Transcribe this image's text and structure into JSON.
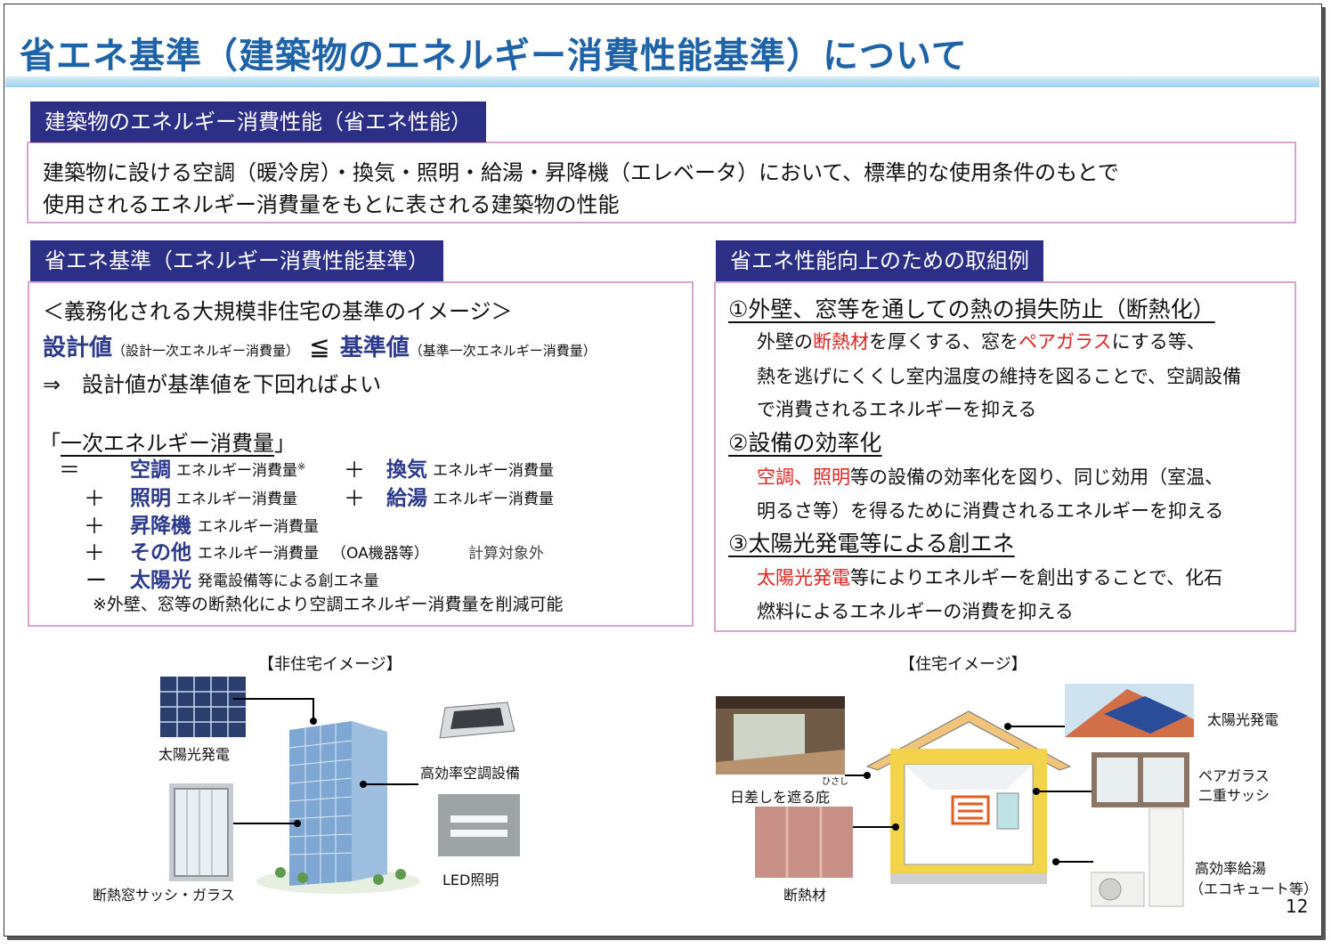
{
  "title": "省エネ基準（建築物のエネルギー消費性能基準）について",
  "section1": {
    "header": "建築物のエネルギー消費性能（省エネ性能）",
    "line1": "建築物に設ける空調（暖冷房）・換気・照明・給湯・昇降機（エレベータ）において、標準的な使用条件のもとで",
    "line2": "使用されるエネルギー消費量をもとに表される建築物の性能"
  },
  "section2": {
    "header": "省エネ基準（エネルギー消費性能基準）",
    "image_title": "＜義務化される大規模非住宅の基準のイメージ＞",
    "design_value": "設計値",
    "design_value_note": "（設計一次エネルギー消費量）",
    "leq": "≦",
    "standard_value": "基準値",
    "standard_value_note": "（基準一次エネルギー消費量）",
    "conclusion": "⇒　設計値が基準値を下回ればよい",
    "formula_title_open": "「",
    "formula_title": "一次エネルギー消費量",
    "formula_title_close": "」",
    "rows": [
      {
        "op": "＝",
        "term": "空調",
        "suffix": "エネルギー消費量",
        "mark": "※",
        "op2": "＋",
        "term2": "換気",
        "suffix2": "エネルギー消費量"
      },
      {
        "op": "＋",
        "term": "照明",
        "suffix": "エネルギー消費量",
        "op2": "＋",
        "term2": "給湯",
        "suffix2": "エネルギー消費量"
      },
      {
        "op": "＋",
        "term": "昇降機",
        "suffix": "エネルギー消費量"
      },
      {
        "op": "＋",
        "term": "その他",
        "suffix": "エネルギー消費量",
        "note": "（OA機器等）",
        "note2": "計算対象外"
      },
      {
        "op": "ー",
        "term": "太陽光",
        "suffix": "発電設備等による創エネ量"
      }
    ],
    "footnote": "※外壁、窓等の断熱化により空調エネルギー消費量を削減可能"
  },
  "section3": {
    "header": "省エネ性能向上のための取組例",
    "item1_title": "①外壁、窓等を通しての熱の損失防止（断熱化）",
    "item1_a": "外壁の",
    "item1_r1": "断熱材",
    "item1_b": "を厚くする、窓を",
    "item1_r2": "ペアガラス",
    "item1_c": "にする等、",
    "item1_line2": "熱を逃げにくくし室内温度の維持を図ることで、空調設備",
    "item1_line3": "で消費されるエネルギーを抑える",
    "item2_title": "②設備の効率化",
    "item2_r1": "空調、照明",
    "item2_a": "等の設備の効率化を図り、同じ効用（室温、",
    "item2_line2": "明るさ等）を得るために消費されるエネルギーを抑える",
    "item3_title": "③太陽光発電等による創エネ",
    "item3_r1": "太陽光発電",
    "item3_a": "等によりエネルギーを創出することで、化石",
    "item3_line2": "燃料によるエネルギーの消費を抑える"
  },
  "nonresidential": {
    "title": "【非住宅イメージ】",
    "solar": "太陽光発電",
    "aircon": "高効率空調設備",
    "window": "断熱窓サッシ・ガラス",
    "led": "LED照明"
  },
  "residential": {
    "title": "【住宅イメージ】",
    "solar": "太陽光発電",
    "eaves": "日差しを遮る庇",
    "eaves_ruby": "ひさし",
    "pair_glass": "ペアガラス",
    "double_sash": "二重サッシ",
    "insulation": "断熱材",
    "water_heater": "高効率給湯",
    "water_heater_note": "（エコキュート等）"
  },
  "page_number": "12"
}
